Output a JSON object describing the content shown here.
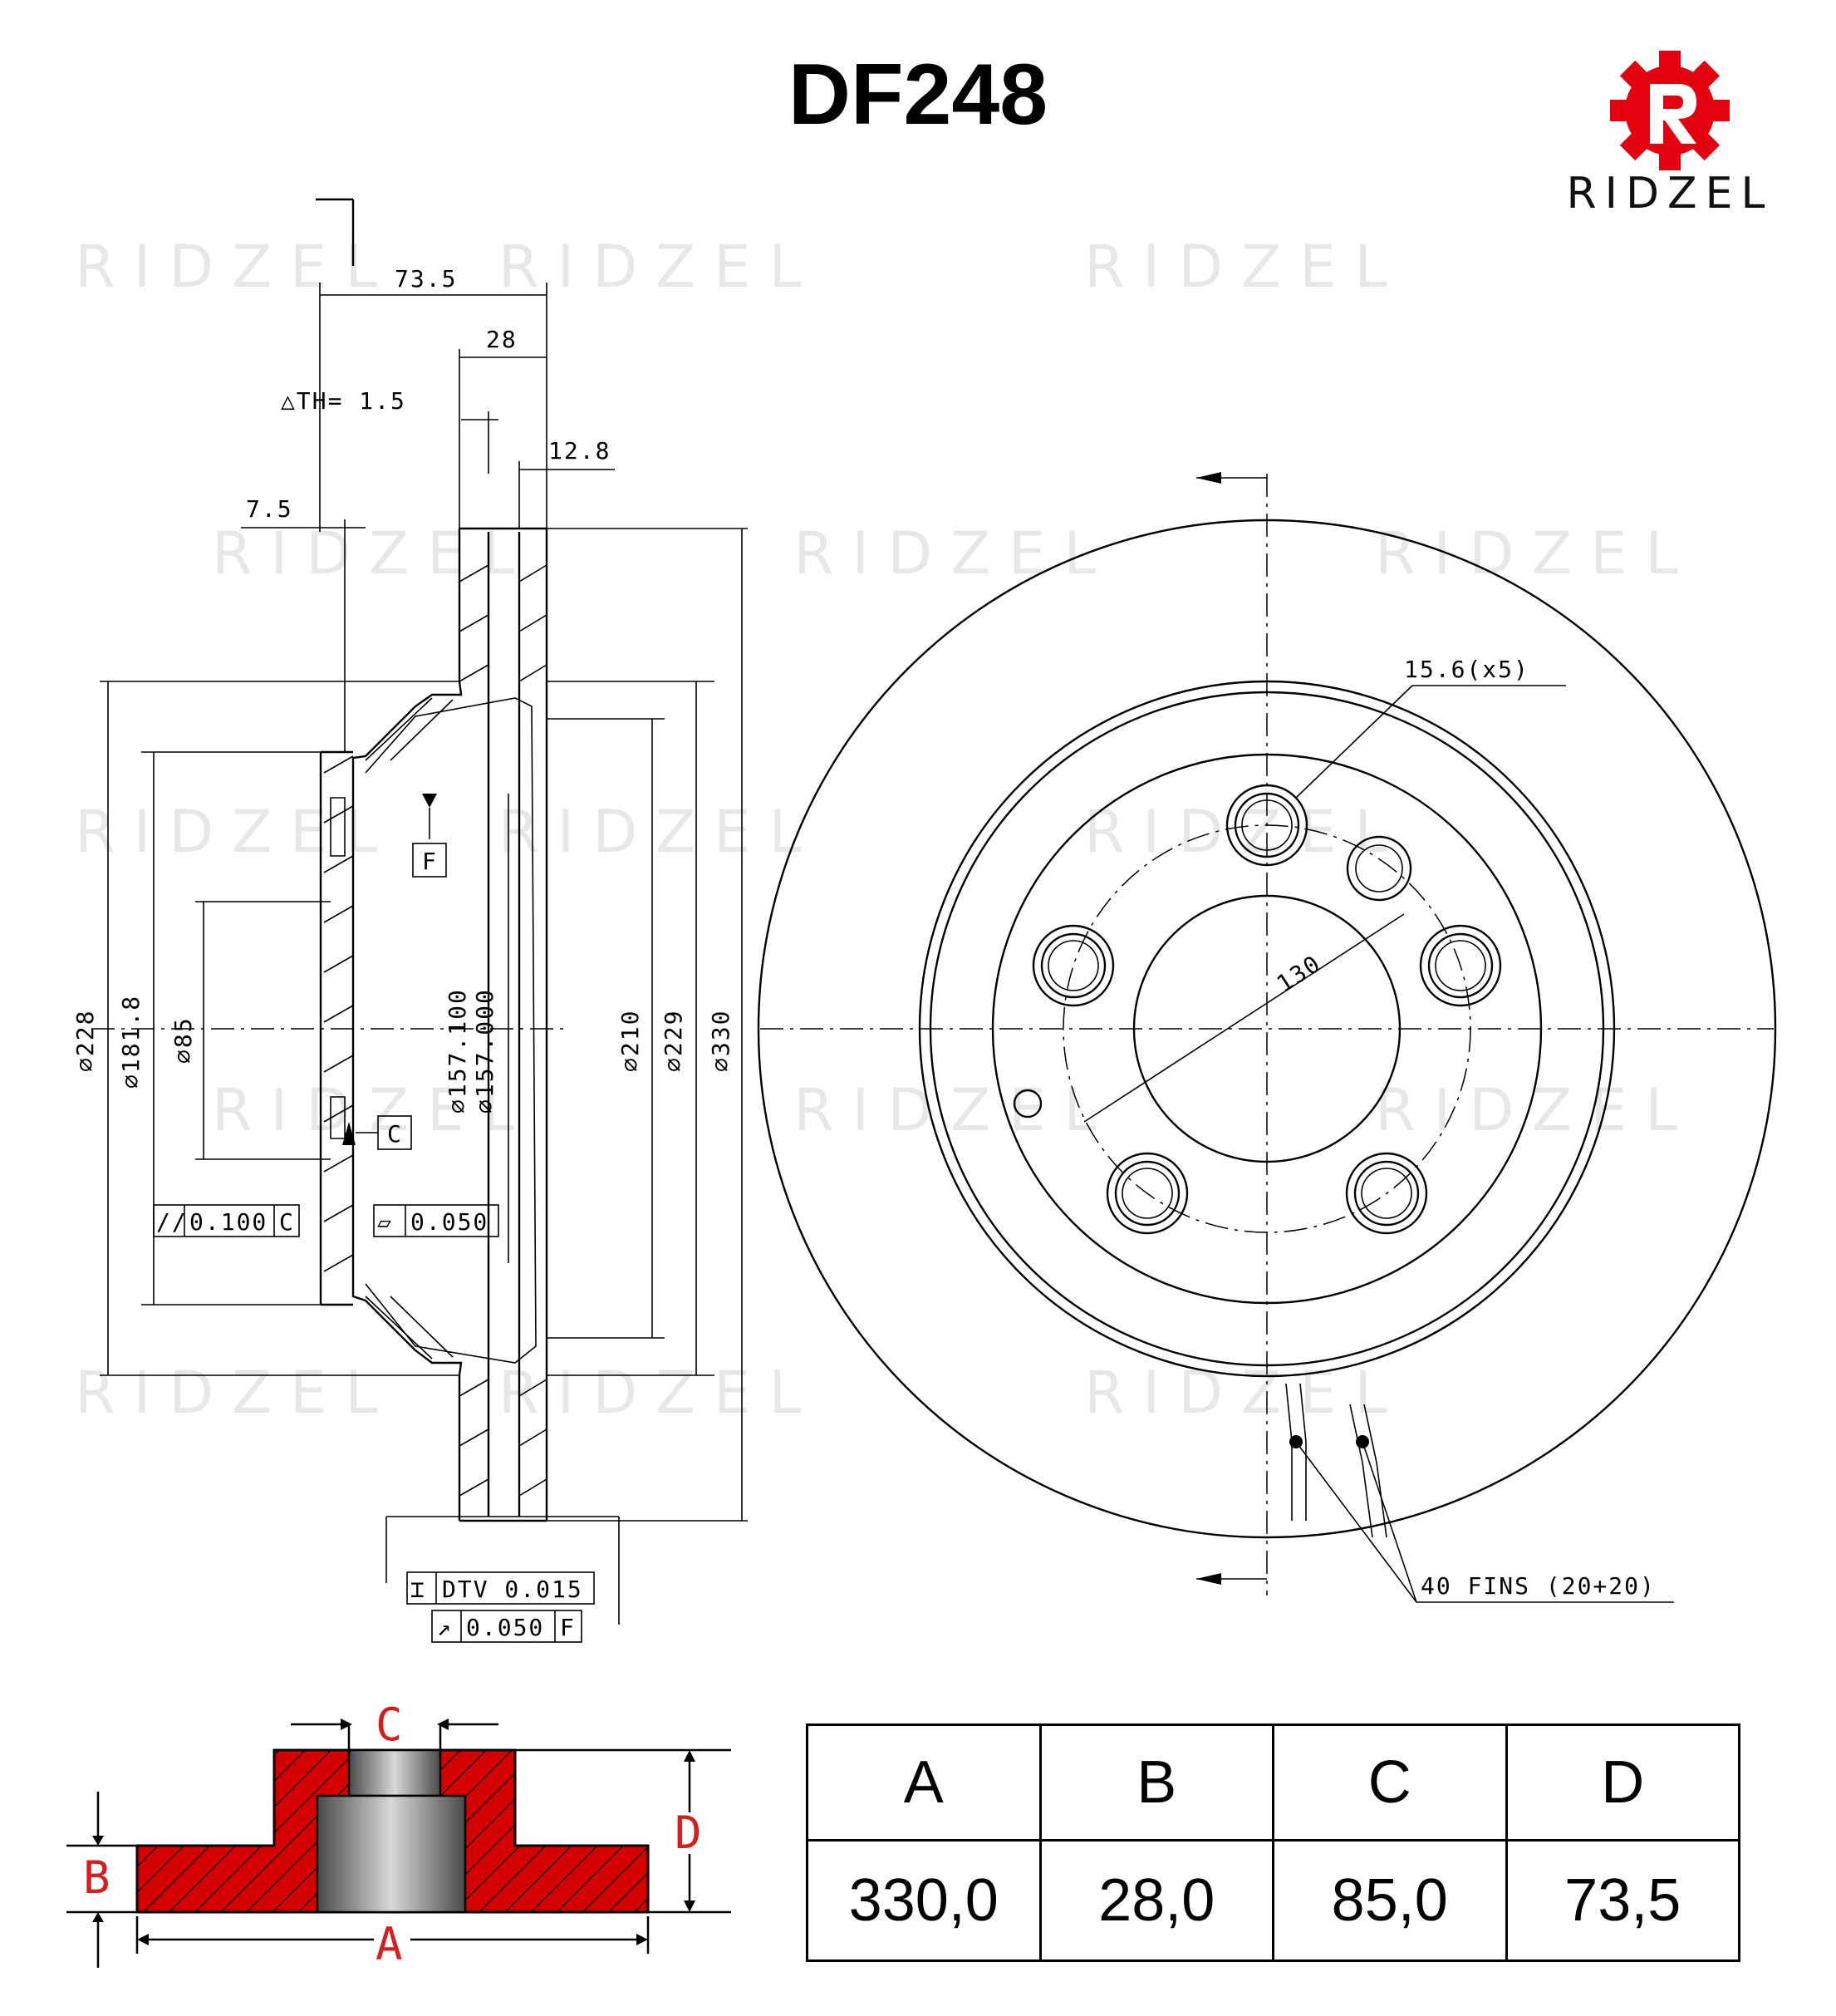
{
  "title": "DF248",
  "brand": {
    "name": "RIDZEL",
    "color": "#e3000f",
    "logo_icon": "gear-r-icon"
  },
  "watermark_text": "RIDZEL",
  "drawing": {
    "dims": {
      "total_height": "73.5",
      "disc_thickness": "28",
      "delta_th": "△TH= 1.5",
      "hat_offset": "12.8",
      "flange": "7.5",
      "dia_228": "⌀228",
      "dia_181_8": "⌀181.8",
      "dia_85": "⌀85",
      "dia_157_100": "⌀157.100",
      "dia_157_000": "⌀157.000",
      "dia_210": "⌀210",
      "dia_229": "⌀229",
      "dia_330": "⌀330",
      "hole_size": "15.6(x5)",
      "pcd": "130",
      "fins": "40 FINS (20+20)"
    },
    "datums": {
      "f": "F",
      "c": "C"
    },
    "tolerances": {
      "parallelism_symbol": "//",
      "parallelism": "0.100",
      "parallelism_ref": "C",
      "flatness_symbol": "▱",
      "flatness": "0.050",
      "dtv_symbol": "⌶",
      "dtv": "DTV 0.015",
      "runout_symbol": "↗",
      "runout": "0.050",
      "runout_ref": "F"
    }
  },
  "schematic": {
    "labels": {
      "a": "A",
      "b": "B",
      "c": "C",
      "d": "D"
    },
    "label_color": "#d61e1e",
    "fill_color": "#d40000"
  },
  "table": {
    "headers": [
      "A",
      "B",
      "C",
      "D"
    ],
    "values": [
      "330,0",
      "28,0",
      "85,0",
      "73,5"
    ]
  }
}
